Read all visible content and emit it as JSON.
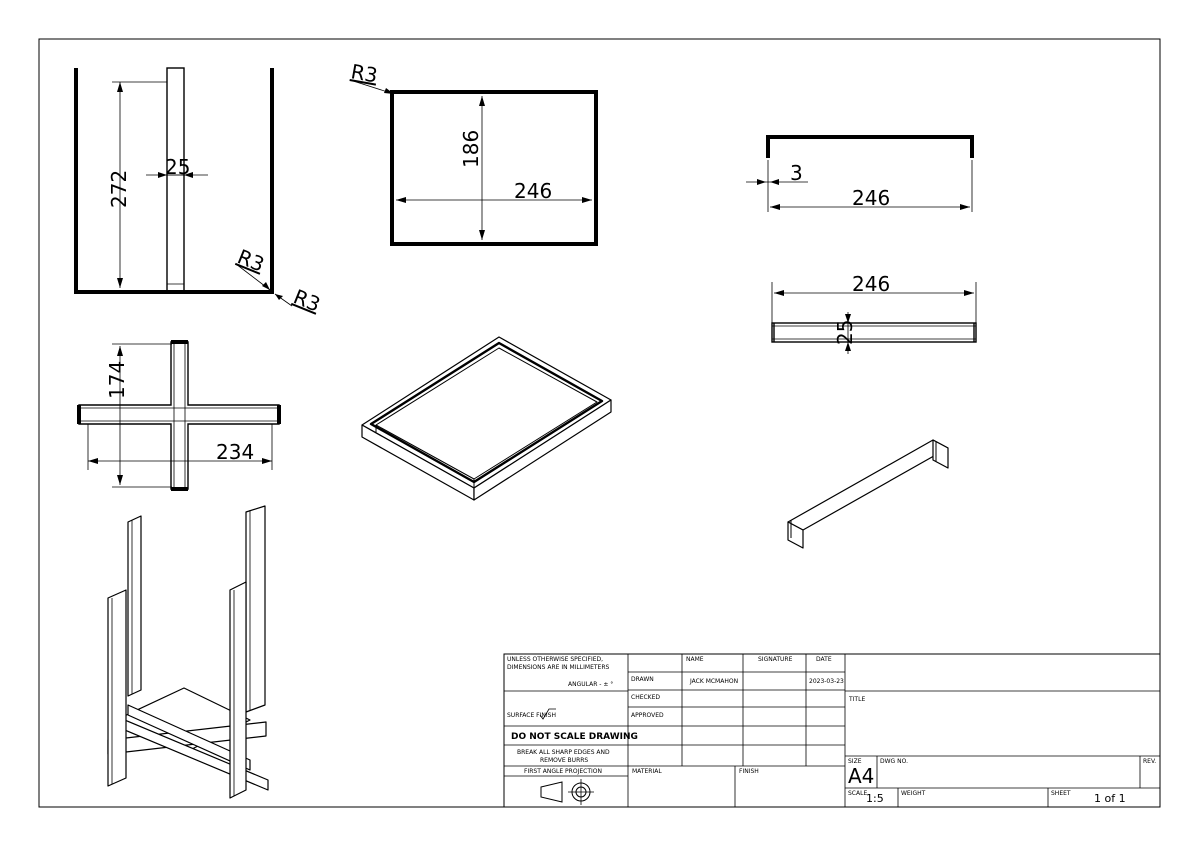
{
  "dimensions": {
    "side_height": "272",
    "side_post_width": "25",
    "side_radius_inner": "R3",
    "side_radius_outer": "R3",
    "tray_radius": "R3",
    "tray_depth": "186",
    "tray_width": "246",
    "bracket_thickness": "3",
    "bracket_width": "246",
    "bar_width": "246",
    "bar_height": "25",
    "cross_height": "174",
    "cross_width": "234"
  },
  "title_block": {
    "general_note_1": "UNLESS OTHERWISE SPECIFIED,",
    "general_note_2": "DIMENSIONS ARE IN MILLIMETERS",
    "angular": "ANGULAR - ± °",
    "surface_finish": "SURFACE FINISH",
    "do_not_scale": "DO NOT SCALE DRAWING",
    "break_edges_1": "BREAK ALL SHARP EDGES AND",
    "break_edges_2": "REMOVE BURRS",
    "projection": "FIRST ANGLE PROJECTION",
    "col_name": "NAME",
    "col_signature": "SIGNATURE",
    "col_date": "DATE",
    "row_drawn": "DRAWN",
    "row_checked": "CHECKED",
    "row_approved": "APPROVED",
    "drawn_name": "JACK MCMAHON",
    "drawn_date": "2023-03-23",
    "material_label": "MATERIAL",
    "finish_label": "FINISH",
    "title_label": "TITLE",
    "size_label": "SIZE",
    "size_value": "A4",
    "dwg_no_label": "DWG NO.",
    "rev_label": "REV.",
    "scale_label": "SCALE",
    "scale_value": "1:5",
    "weight_label": "WEIGHT",
    "sheet_label": "SHEET",
    "sheet_value": "1 of 1"
  }
}
